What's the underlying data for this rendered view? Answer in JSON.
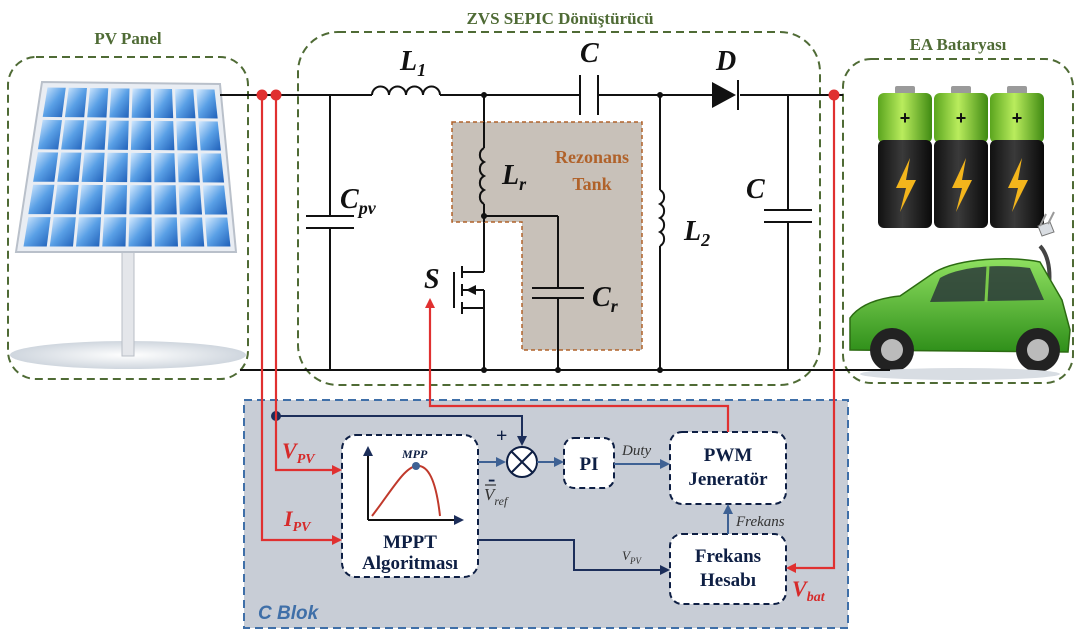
{
  "groups": {
    "pv_panel": "PV Panel",
    "converter": "ZVS SEPIC Dönüştürücü",
    "battery": "EA Bataryası",
    "control": "C Blok"
  },
  "components": {
    "L1": {
      "main": "L",
      "sub": "1"
    },
    "C_series": {
      "main": "C"
    },
    "D": {
      "main": "D"
    },
    "Cpv": {
      "main": "C",
      "sub": "pv"
    },
    "Lr": {
      "main": "L",
      "sub": "r"
    },
    "L2": {
      "main": "L",
      "sub": "2"
    },
    "C_out": {
      "main": "C"
    },
    "S": {
      "main": "S"
    },
    "Cr": {
      "main": "C",
      "sub": "r"
    }
  },
  "resonant_tank": {
    "line1": "Rezonans",
    "line2": "Tank"
  },
  "battery_symbols": {
    "plus": "+"
  },
  "control_blocks": {
    "mppt_line1": "MPPT",
    "mppt_line2": "Algoritması",
    "mppt_curve_label": "MPP",
    "pi": "PI",
    "pwm_line1": "PWM",
    "pwm_line2": "Jeneratör",
    "freq_line1": "Frekans",
    "freq_line2": "Hesabı"
  },
  "signals": {
    "vpv": {
      "main": "V",
      "sub": "PV"
    },
    "ipv": {
      "main": "I",
      "sub": "PV"
    },
    "vbat": {
      "main": "V",
      "sub": "bat"
    },
    "vref": {
      "main": "V",
      "sub": "ref"
    },
    "duty": "Duty",
    "frekans": "Frekans",
    "vpv_small": {
      "main": "V",
      "sub": "PV"
    },
    "plus": "+",
    "minus": "-"
  },
  "colors": {
    "group_border": "#4f6b35",
    "control_border": "#3f6fa8",
    "control_bg": "#c8cdd6",
    "tank_bg": "#bdb6ae",
    "red_signal": "#e03030",
    "navy_signal": "#1c2e5a"
  }
}
